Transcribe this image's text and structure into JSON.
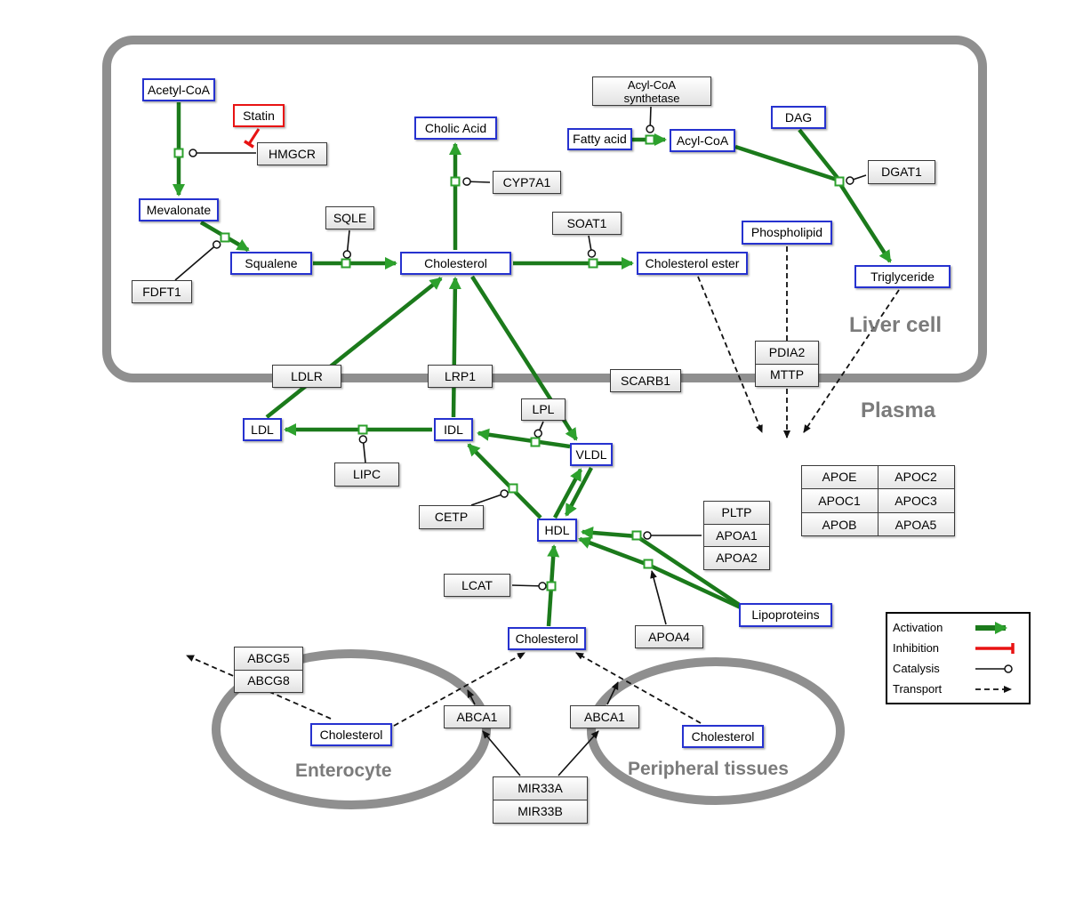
{
  "compartments": {
    "liver_cell": "Liver cell",
    "plasma": "Plasma",
    "enterocyte": "Enterocyte",
    "peripheral_tissues": "Peripheral tissues"
  },
  "metabolites": {
    "acetyl_coa": "Acetyl-CoA",
    "mevalonate": "Mevalonate",
    "squalene": "Squalene",
    "cholesterol_liver": "Cholesterol",
    "cholic_acid": "Cholic Acid",
    "fatty_acid": "Fatty acid",
    "acyl_coa": "Acyl-CoA",
    "dag": "DAG",
    "phospholipid": "Phospholipid",
    "cholesterol_ester": "Cholesterol ester",
    "triglyceride": "Triglyceride",
    "ldl": "LDL",
    "idl": "IDL",
    "vldl": "VLDL",
    "hdl": "HDL",
    "cholesterol_plasma": "Cholesterol",
    "lipoproteins": "Lipoproteins",
    "cholesterol_enterocyte": "Cholesterol",
    "cholesterol_peripheral": "Cholesterol"
  },
  "proteins": {
    "statin": "Statin",
    "hmgcr": "HMGCR",
    "fdft1": "FDFT1",
    "sqle": "SQLE",
    "cyp7a1": "CYP7A1",
    "acyl_coa_synthetase": "Acyl-CoA\nsynthetase",
    "soat1": "SOAT1",
    "dgat1": "DGAT1",
    "ldlr": "LDLR",
    "lrp1": "LRP1",
    "scarb1": "SCARB1",
    "lpl": "LPL",
    "lipc": "LIPC",
    "cetp": "CETP",
    "lcat": "LCAT",
    "apoa4": "APOA4",
    "abca1_left": "ABCA1",
    "abca1_right": "ABCA1"
  },
  "stacks": {
    "pdia2_mttp": [
      "PDIA2",
      "MTTP"
    ],
    "pltp_apoa": [
      "PLTP",
      "APOA1",
      "APOA2"
    ],
    "abcg": [
      "ABCG5",
      "ABCG8"
    ],
    "mir33": [
      "MIR33A",
      "MIR33B"
    ]
  },
  "apo_table": [
    [
      "APOE",
      "APOC2"
    ],
    [
      "APOC1",
      "APOC3"
    ],
    [
      "APOB",
      "APOA5"
    ]
  ],
  "legend": {
    "activation": "Activation",
    "inhibition": "Inhibition",
    "catalysis": "Catalysis",
    "transport": "Transport"
  },
  "colors": {
    "activation_green": "#1b7a1b",
    "inhibition_red": "#e81313",
    "metabolite_border_blue": "#2632cf",
    "membrane_gray": "#8f8f8f"
  }
}
